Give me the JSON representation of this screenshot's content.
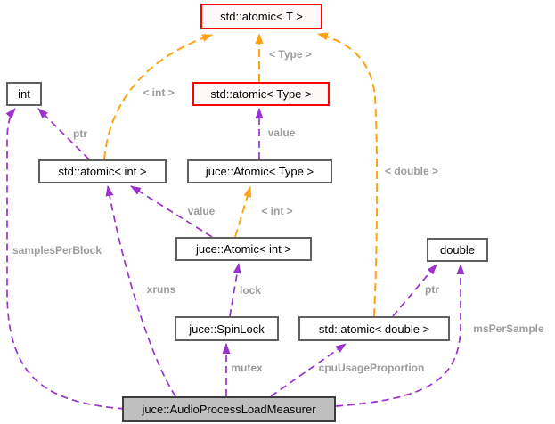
{
  "diagram": {
    "type": "doxygen-collaboration-graph",
    "colors": {
      "template_edge": "#ffa216",
      "usage_edge": "#9a32cd",
      "truncated_border": "#ff0000",
      "truncated_fill": "#fff8f8",
      "node_border": "#5f5f5f",
      "node_fill": "#ffffff",
      "node_text": "#000000",
      "main_border": "#3d3d3d",
      "main_fill": "#bfbfbf",
      "label_color": "#9c9c9c",
      "background": "#ffffff"
    },
    "nodes": [
      {
        "id": "std-atomic-t",
        "label": "std::atomic< T >"
      },
      {
        "id": "int",
        "label": "int"
      },
      {
        "id": "std-atomic-type",
        "label": "std::atomic< Type >"
      },
      {
        "id": "std-atomic-int",
        "label": "std::atomic< int >"
      },
      {
        "id": "juce-atomic-type",
        "label": "juce::Atomic< Type >"
      },
      {
        "id": "juce-atomic-int",
        "label": "juce::Atomic< int >"
      },
      {
        "id": "double",
        "label": "double"
      },
      {
        "id": "juce-spinlock",
        "label": "juce::SpinLock"
      },
      {
        "id": "std-atomic-double",
        "label": "std::atomic< double >"
      },
      {
        "id": "main",
        "label": "juce::AudioProcessLoadMeasurer"
      }
    ],
    "edge_labels": [
      {
        "text": "< Type >"
      },
      {
        "text": "< int >"
      },
      {
        "text": "ptr"
      },
      {
        "text": "value"
      },
      {
        "text": "< double >"
      },
      {
        "text": "value"
      },
      {
        "text": "< int >"
      },
      {
        "text": "samplesPerBlock"
      },
      {
        "text": "xruns"
      },
      {
        "text": "lock"
      },
      {
        "text": "ptr"
      },
      {
        "text": "msPerSample"
      },
      {
        "text": "mutex"
      },
      {
        "text": "cpuUsageProportion"
      }
    ]
  }
}
